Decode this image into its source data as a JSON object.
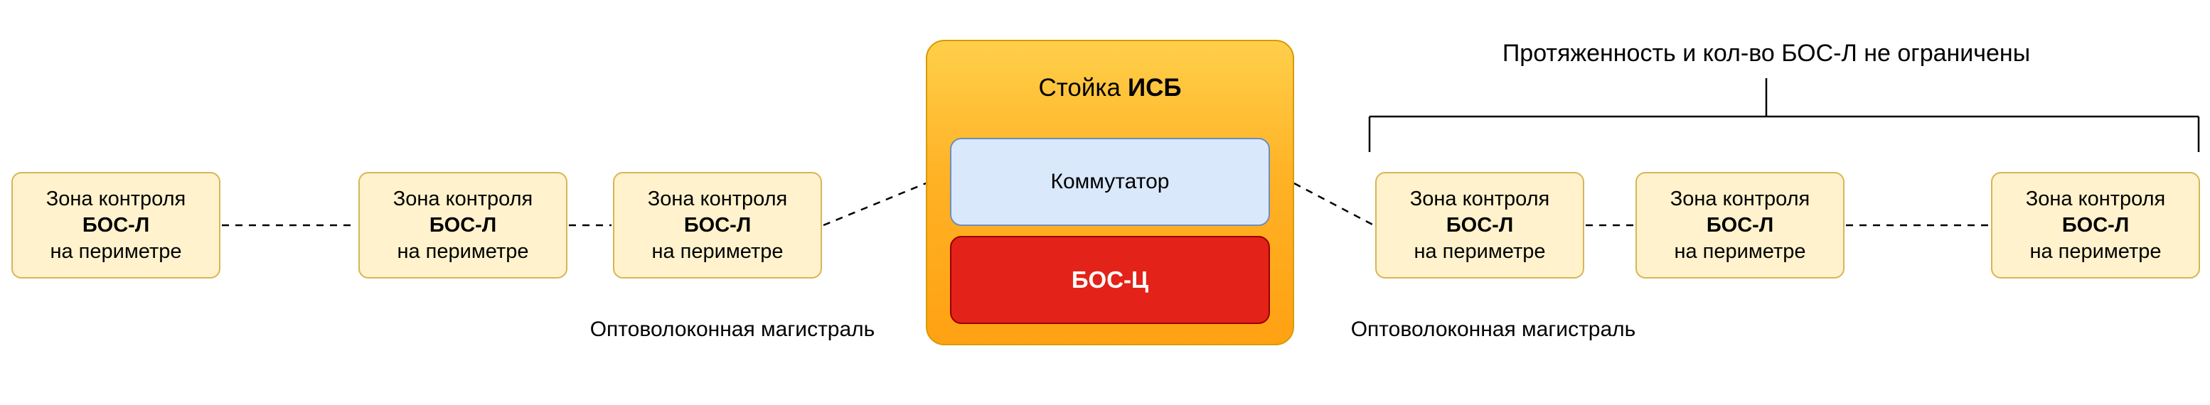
{
  "zones": [
    {
      "line1": "Зона контроля",
      "line2": "БОС-Л",
      "line3": "на периметре"
    },
    {
      "line1": "Зона контроля",
      "line2": "БОС-Л",
      "line3": "на периметре"
    },
    {
      "line1": "Зона контроля",
      "line2": "БОС-Л",
      "line3": "на периметре"
    },
    {
      "line1": "Зона контроля",
      "line2": "БОС-Л",
      "line3": "на периметре"
    },
    {
      "line1": "Зона контроля",
      "line2": "БОС-Л",
      "line3": "на периметре"
    },
    {
      "line1": "Зона контроля",
      "line2": "БОС-Л",
      "line3": "на периметре"
    }
  ],
  "rack": {
    "title_regular": "Стойка",
    "title_bold": "ИСБ",
    "switch_label": "Коммутатор",
    "bosc_label": "БОС-Ц"
  },
  "labels": {
    "top_note": "Протяженность и кол-во БОС-Л не ограничены",
    "fiber_left": "Оптоволоконная магистраль",
    "fiber_right": "Оптоволоконная магистраль"
  },
  "colors": {
    "zone_fill": "#FFF2CC",
    "zone_border": "#D6B656",
    "rack_fill_top": "#FFCF4A",
    "rack_fill_bottom": "#FFA113",
    "rack_border": "#D79B00",
    "switch_fill": "#DAE8FC",
    "switch_border": "#6C8EBF",
    "bosc_fill": "#E32219",
    "bosc_border": "#990000",
    "bosc_text": "#FFFFFF",
    "line_color": "#000000"
  }
}
